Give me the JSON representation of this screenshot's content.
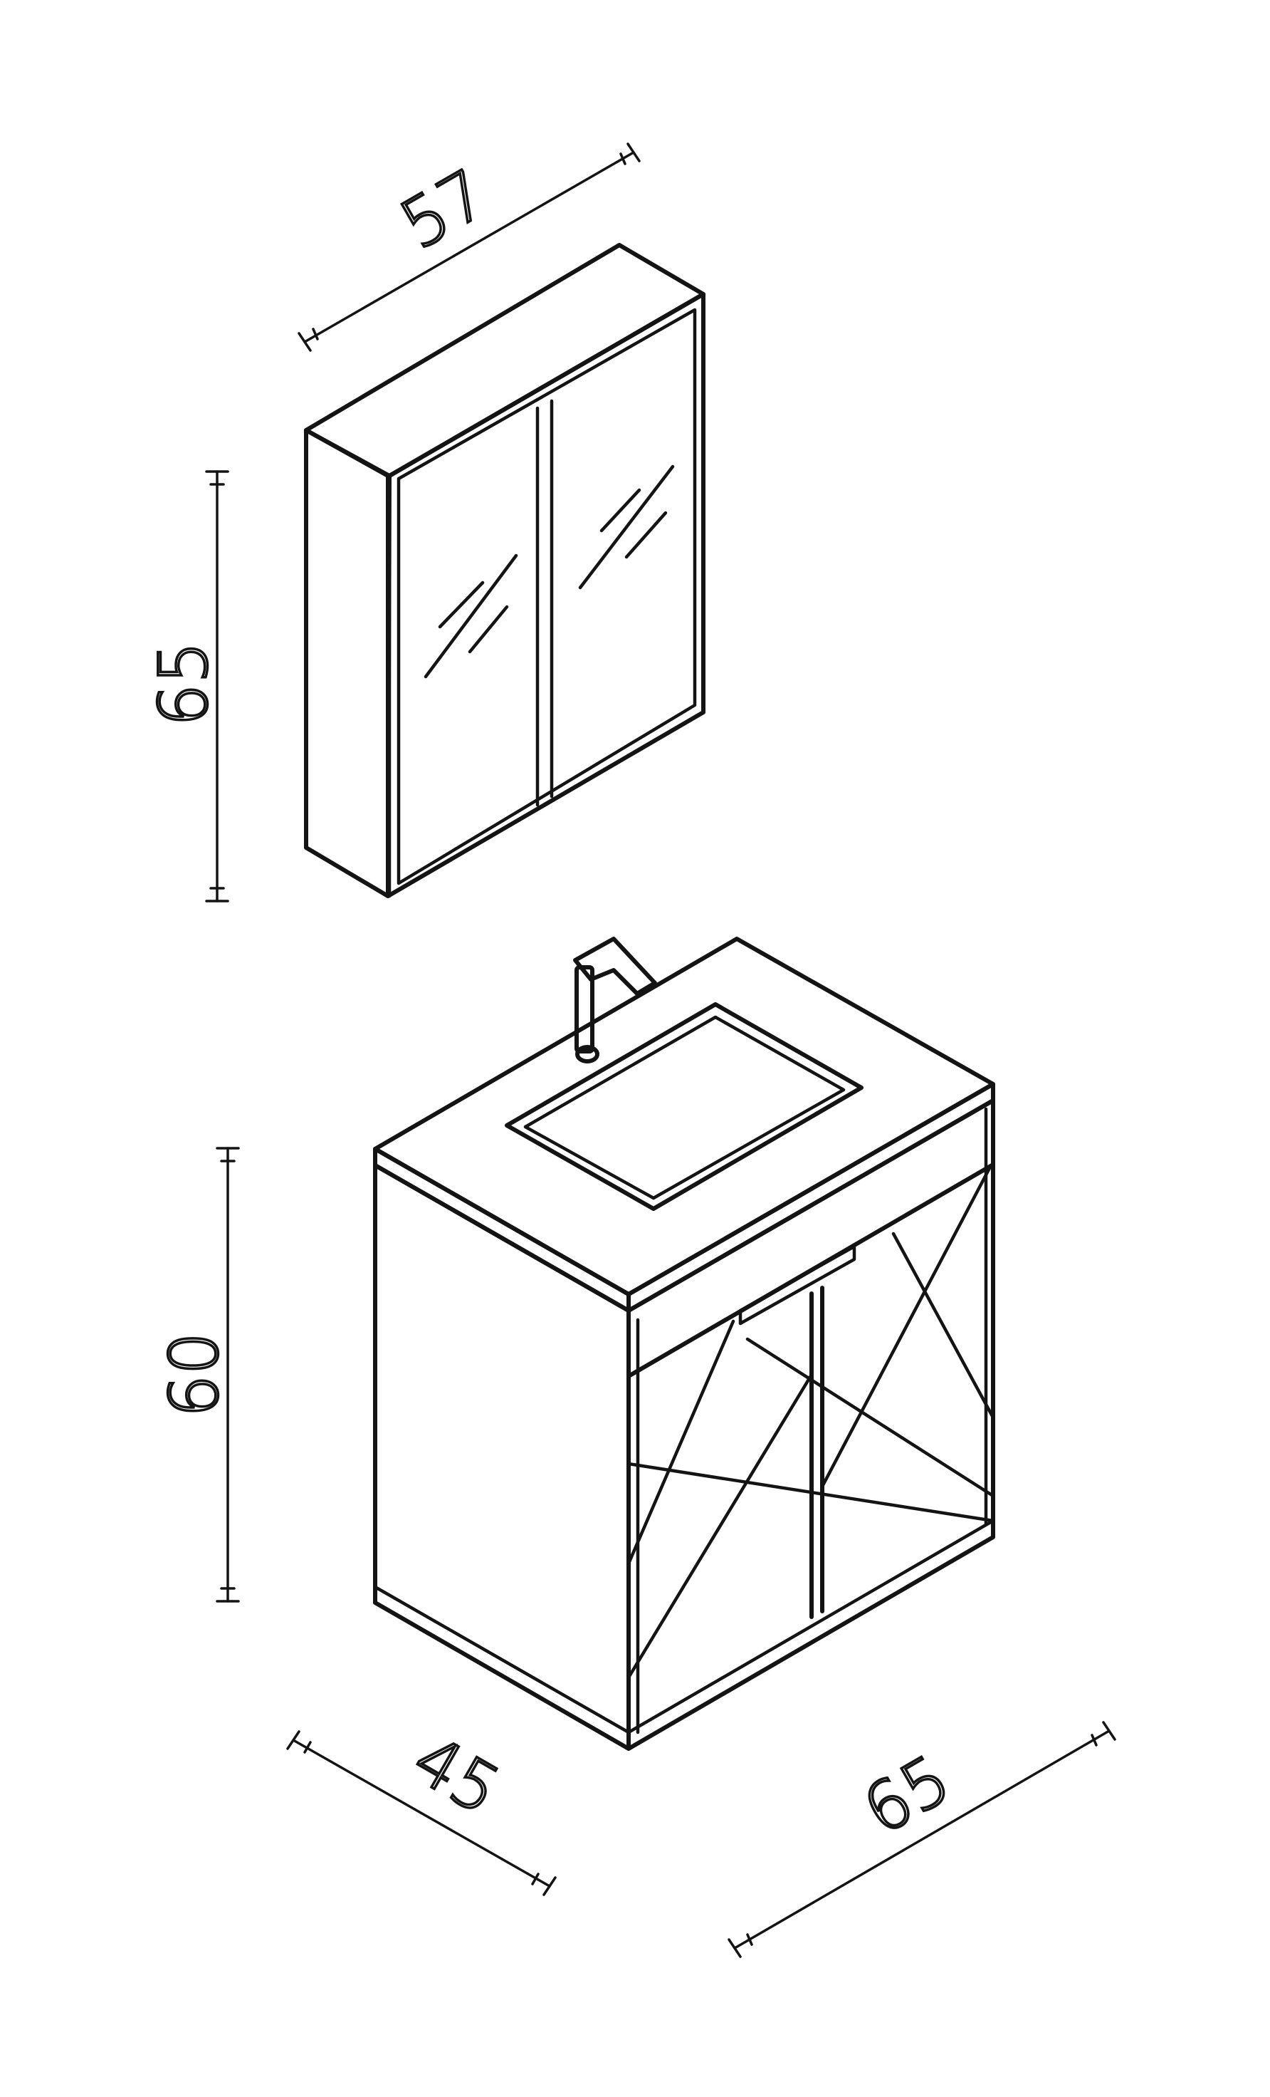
{
  "dimensions": {
    "mirror_cabinet_width": "57",
    "mirror_cabinet_height": "65",
    "vanity_height": "60",
    "vanity_depth": "45",
    "vanity_width": "65"
  },
  "colors": {
    "stroke": "#141414",
    "background": "#ffffff"
  }
}
